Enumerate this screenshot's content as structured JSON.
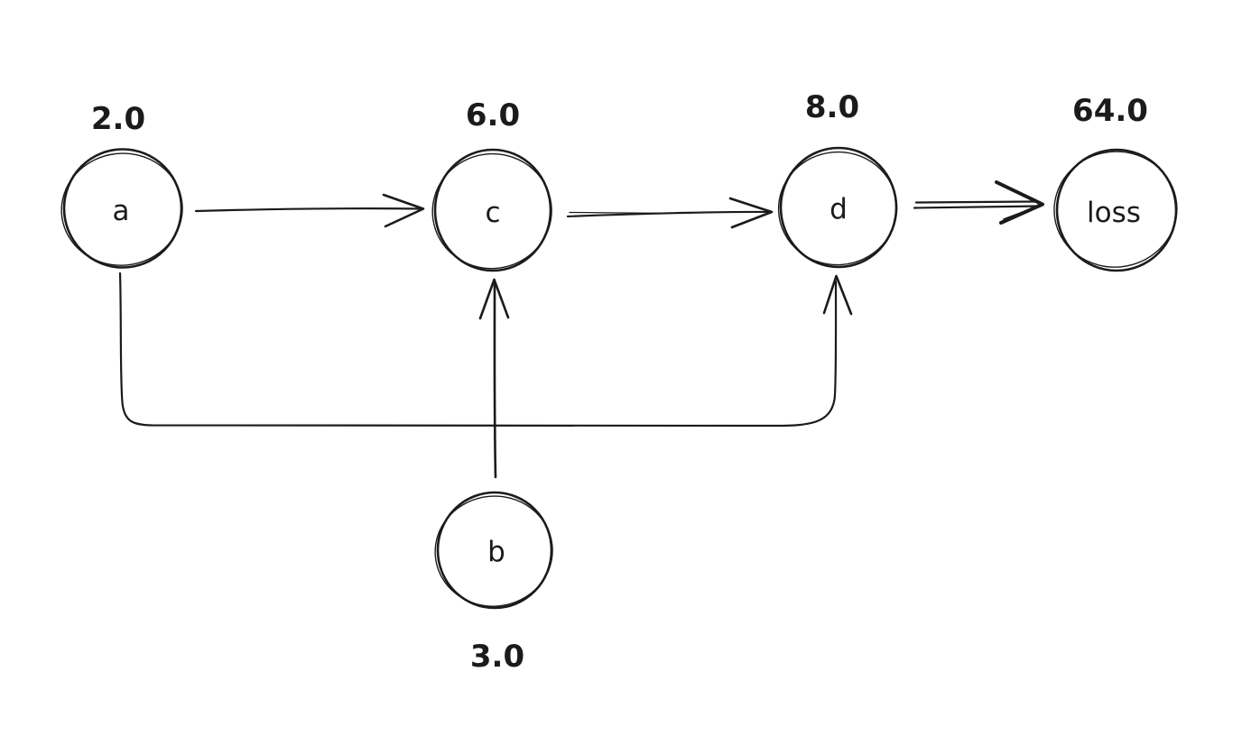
{
  "canvas": {
    "background": "#ffffff",
    "ink": "#1b1b1b"
  },
  "nodes": {
    "a": {
      "label": "a",
      "value": "2.0",
      "value_position": "above"
    },
    "b": {
      "label": "b",
      "value": "3.0",
      "value_position": "below"
    },
    "c": {
      "label": "c",
      "value": "6.0",
      "value_position": "above"
    },
    "d": {
      "label": "d",
      "value": "8.0",
      "value_position": "above"
    },
    "loss": {
      "label": "loss",
      "value": "64.0",
      "value_position": "above"
    }
  },
  "edges": [
    {
      "from": "a",
      "to": "c",
      "type": "straight-arrow"
    },
    {
      "from": "b",
      "to": "c",
      "type": "straight-arrow"
    },
    {
      "from": "c",
      "to": "d",
      "type": "straight-arrow"
    },
    {
      "from": "a",
      "to": "d",
      "type": "elbow-arrow"
    },
    {
      "from": "d",
      "to": "loss",
      "type": "double-line-arrow"
    }
  ]
}
